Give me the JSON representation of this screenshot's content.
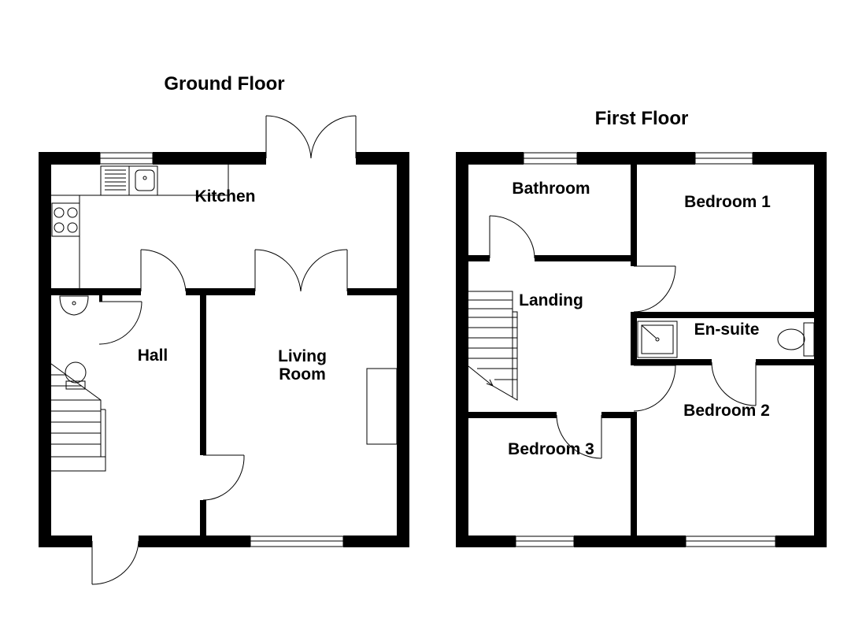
{
  "ground_floor": {
    "title": "Ground Floor",
    "rooms": {
      "kitchen": "Kitchen",
      "hall": "Hall",
      "living_room_line1": "Living",
      "living_room_line2": "Room"
    }
  },
  "first_floor": {
    "title": "First Floor",
    "rooms": {
      "bathroom": "Bathroom",
      "bedroom1": "Bedroom 1",
      "landing": "Landing",
      "ensuite": "En-suite",
      "bedroom2": "Bedroom 2",
      "bedroom3": "Bedroom 3"
    }
  },
  "colors": {
    "wall": "#000000",
    "background": "#ffffff"
  }
}
